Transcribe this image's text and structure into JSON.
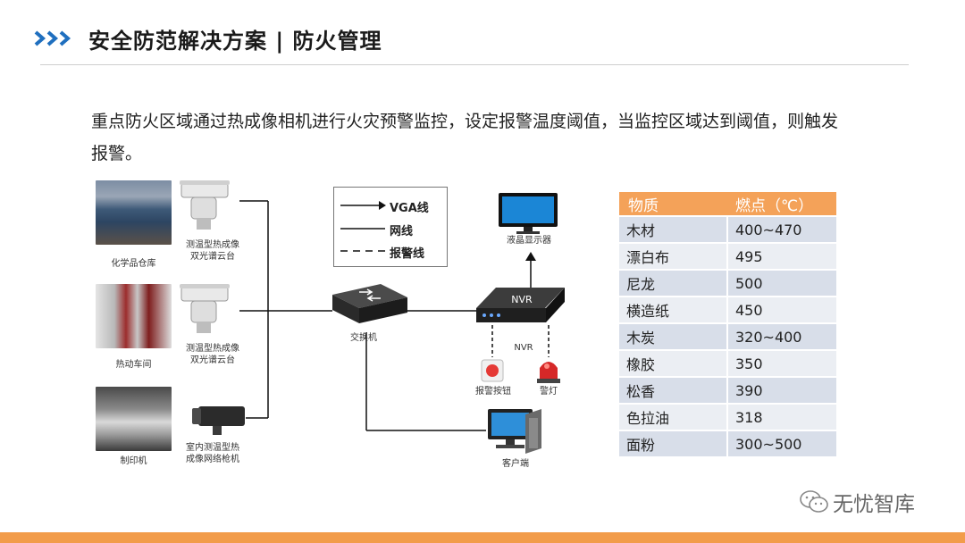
{
  "header": {
    "title": "安全防范解决方案 | 防火管理"
  },
  "intro": "重点防火区域通过热成像相机进行火灾预警监控，设定报警温度阈值，当监控区域达到阈值，则触发报警。",
  "diagram": {
    "sites": [
      {
        "photo_label": "化学品仓库",
        "camera_label_line1": "测温型热成像",
        "camera_label_line2": "双光谱云台"
      },
      {
        "photo_label": "热动车间",
        "camera_label_line1": "测温型热成像",
        "camera_label_line2": "双光谱云台"
      },
      {
        "photo_label": "制印机",
        "camera_label_line1": "室内测温型热",
        "camera_label_line2": "成像网络枪机"
      }
    ],
    "switch_label": "交换机",
    "nvr_device_text": "NVR",
    "nvr_label": "NVR",
    "monitor_label": "液晶显示器",
    "alarm_button_label": "报警按钮",
    "alarm_light_label": "警灯",
    "client_label": "客户端",
    "legend": {
      "vga": "VGA线",
      "network": "网线",
      "alarm": "报警线"
    }
  },
  "table": {
    "headers": [
      "物质",
      "燃点（℃）"
    ],
    "rows": [
      [
        "木材",
        "400~470"
      ],
      [
        "漂白布",
        "495"
      ],
      [
        "尼龙",
        "500"
      ],
      [
        "横造纸",
        "450"
      ],
      [
        "木炭",
        "320~400"
      ],
      [
        "橡胶",
        "350"
      ],
      [
        "松香",
        "390"
      ],
      [
        "色拉油",
        "318"
      ],
      [
        "面粉",
        "300~500"
      ]
    ]
  },
  "watermark": "无忧智库",
  "colors": {
    "accent_blue": "#1f6fbf",
    "orange": "#f29c4a",
    "table_header": "#f4a259"
  }
}
